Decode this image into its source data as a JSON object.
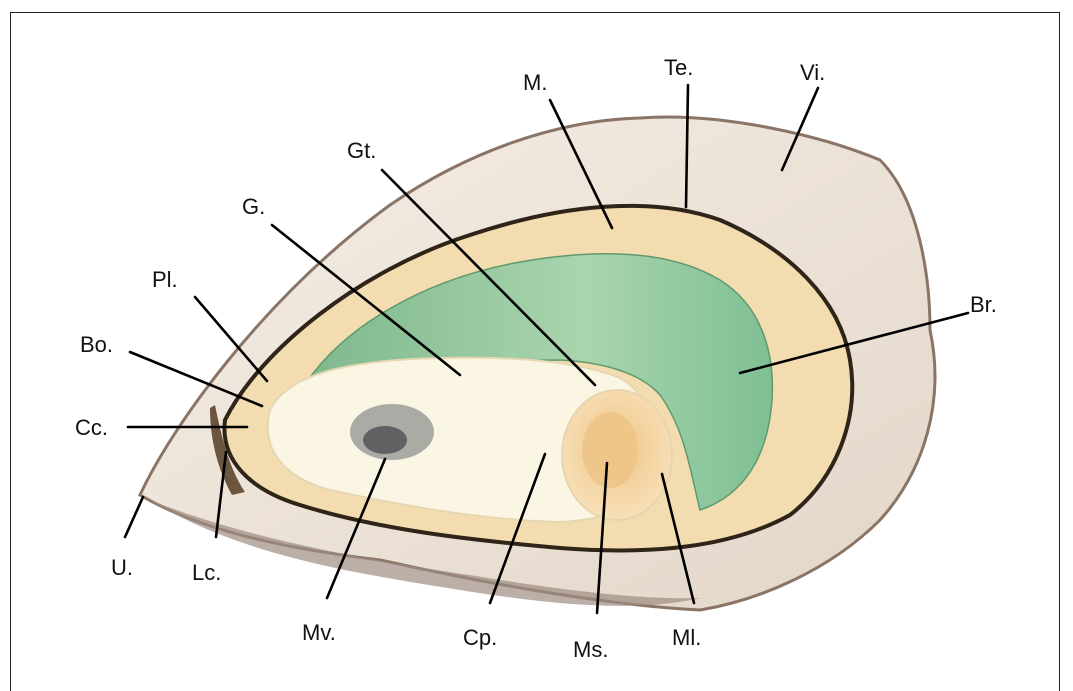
{
  "labels": {
    "M": "M.",
    "Te": "Te.",
    "Vi": "Vi.",
    "Gt": "Gt.",
    "G": "G.",
    "Pl": "Pl.",
    "Br": "Br.",
    "Bo": "Bo.",
    "Cc": "Cc.",
    "U": "U.",
    "Lc": "Lc.",
    "Mv": "Mv.",
    "Cp": "Cp.",
    "Ms": "Ms.",
    "Ml": "Ml."
  },
  "colors": {
    "shell_outer": "#ece3d8",
    "shell_edge": "#8a7466",
    "mantle": "#f3ddb0",
    "mantle_edge": "#2e2418",
    "gills": "#8cc49c",
    "gonad": "#fbf6e4",
    "muscle": "#f2cf98",
    "viscera": "#5a5d62"
  }
}
